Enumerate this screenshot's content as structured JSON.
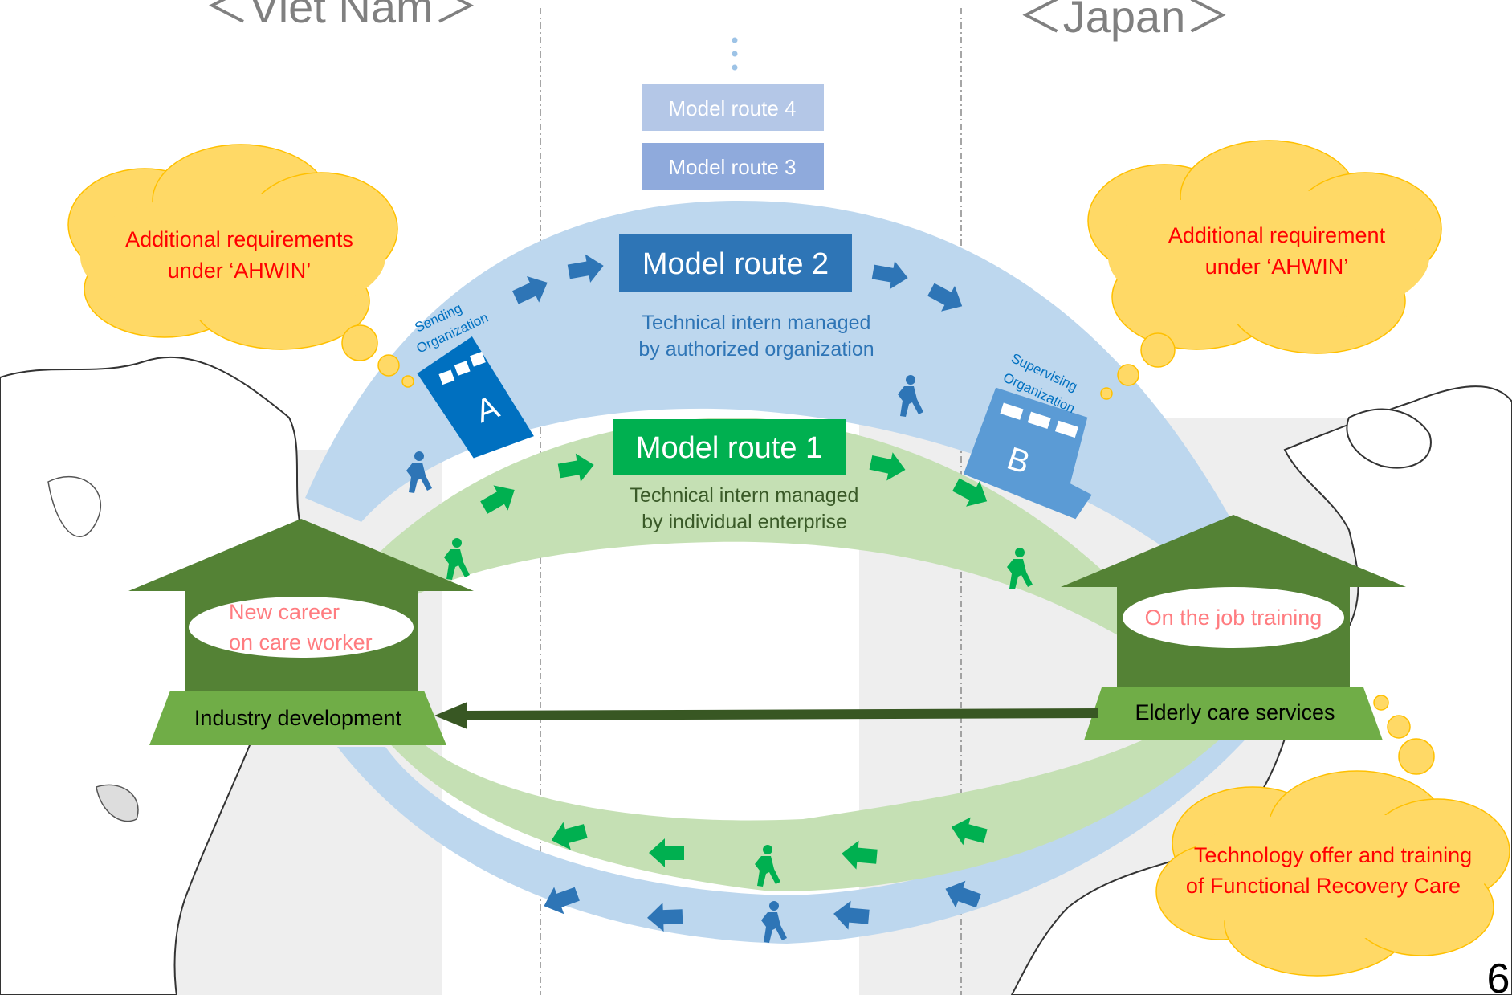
{
  "headers": {
    "left": "＜Viet Nam＞",
    "right": "＜Japan＞"
  },
  "routes": {
    "route4": "Model route 4",
    "route3": "Model route 3",
    "route2": "Model route 2",
    "route2_desc_1": "Technical intern managed",
    "route2_desc_2": "by authorized organization",
    "route1": "Model route 1",
    "route1_desc_1": "Technical intern managed",
    "route1_desc_2": "by individual enterprise"
  },
  "organizations": {
    "sending_1": "Sending",
    "sending_2": "Organization",
    "sending_letter": "A",
    "supervising_1": "Supervising",
    "supervising_2": "Organization",
    "supervising_letter": "B"
  },
  "clouds": {
    "left_1": "Additional requirements",
    "left_2": "under ‘AHWIN’",
    "right_1": "Additional requirement",
    "right_2": "under ‘AHWIN’",
    "bottom_1": "Technology offer and training",
    "bottom_2": "of Functional Recovery Care"
  },
  "houses": {
    "left_oval_1": "New career",
    "left_oval_2": "on care worker",
    "left_base": "Industry development",
    "right_oval": "On the job training",
    "right_base": "Elderly care services"
  },
  "page_number": "6",
  "colors": {
    "light_blue": "#bdd7ee",
    "blue": "#2e75b6",
    "light_green": "#c5e0b4",
    "green": "#00b050",
    "dark_green": "#548235",
    "cloud": "#ffd966",
    "cloud_text": "#ff0000",
    "oval_text": "#ff7c80"
  }
}
